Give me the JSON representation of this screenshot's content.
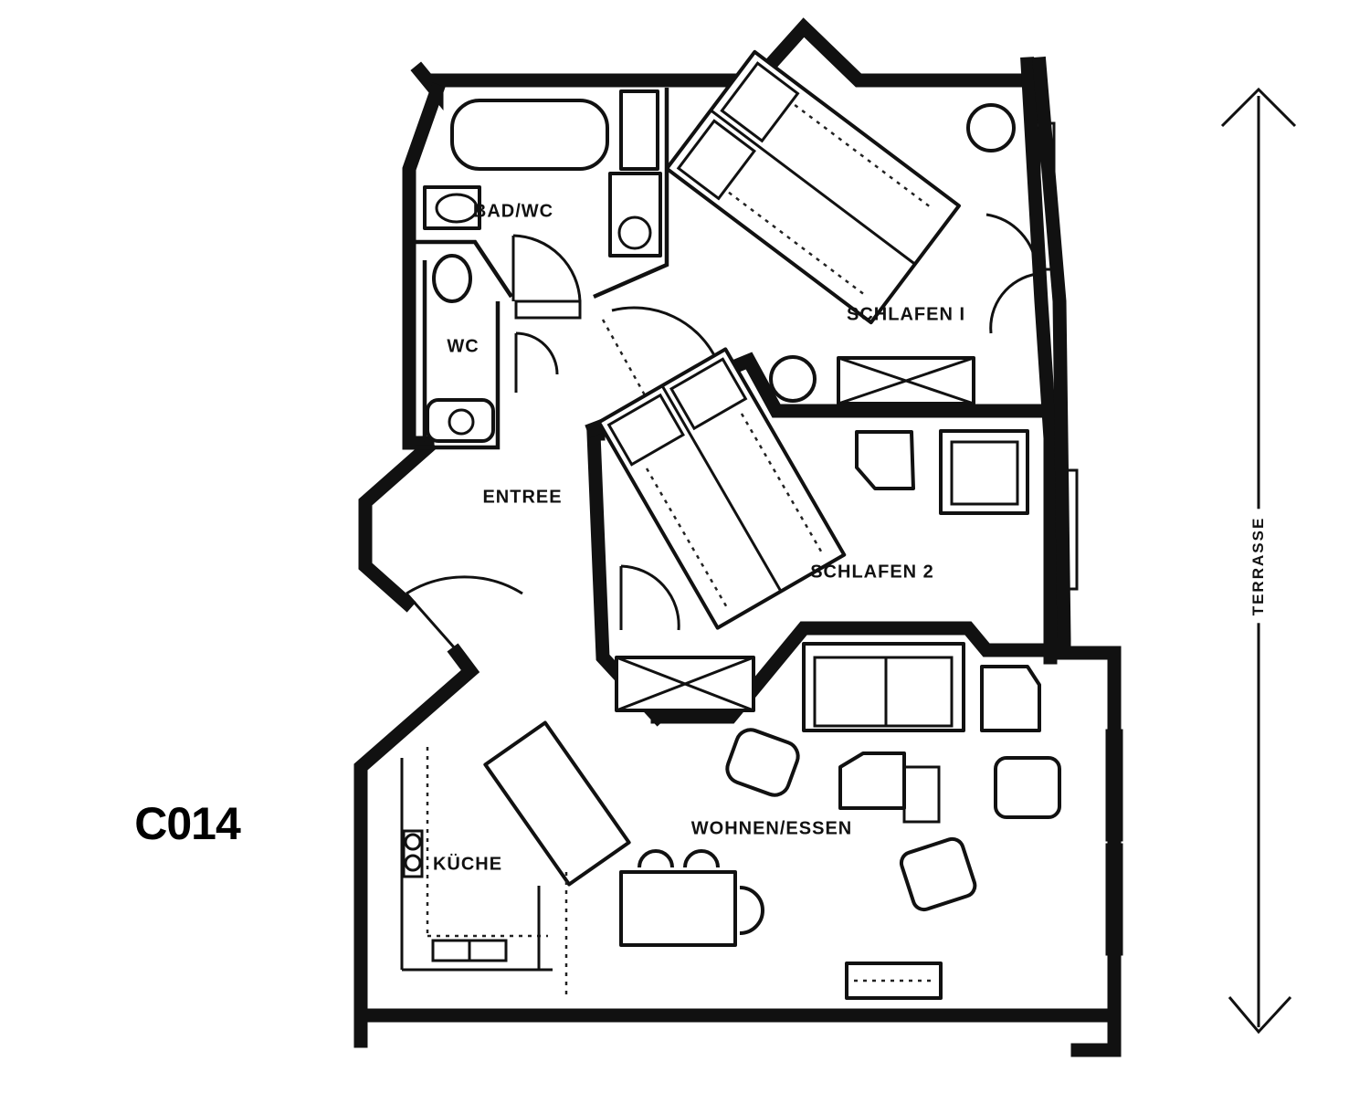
{
  "plan": {
    "unit_code": "C014",
    "terrace_label": "TERRASSE"
  },
  "rooms": {
    "bath": "BAD/WC",
    "wc": "WC",
    "entrance": "ENTREE",
    "bedroom1": "SCHLAFEN I",
    "bedroom2": "SCHLAFEN 2",
    "living": "WOHNEN/ESSEN",
    "kitchen": "KÜCHE"
  },
  "style": {
    "ink": "#111111",
    "paper": "#ffffff"
  }
}
